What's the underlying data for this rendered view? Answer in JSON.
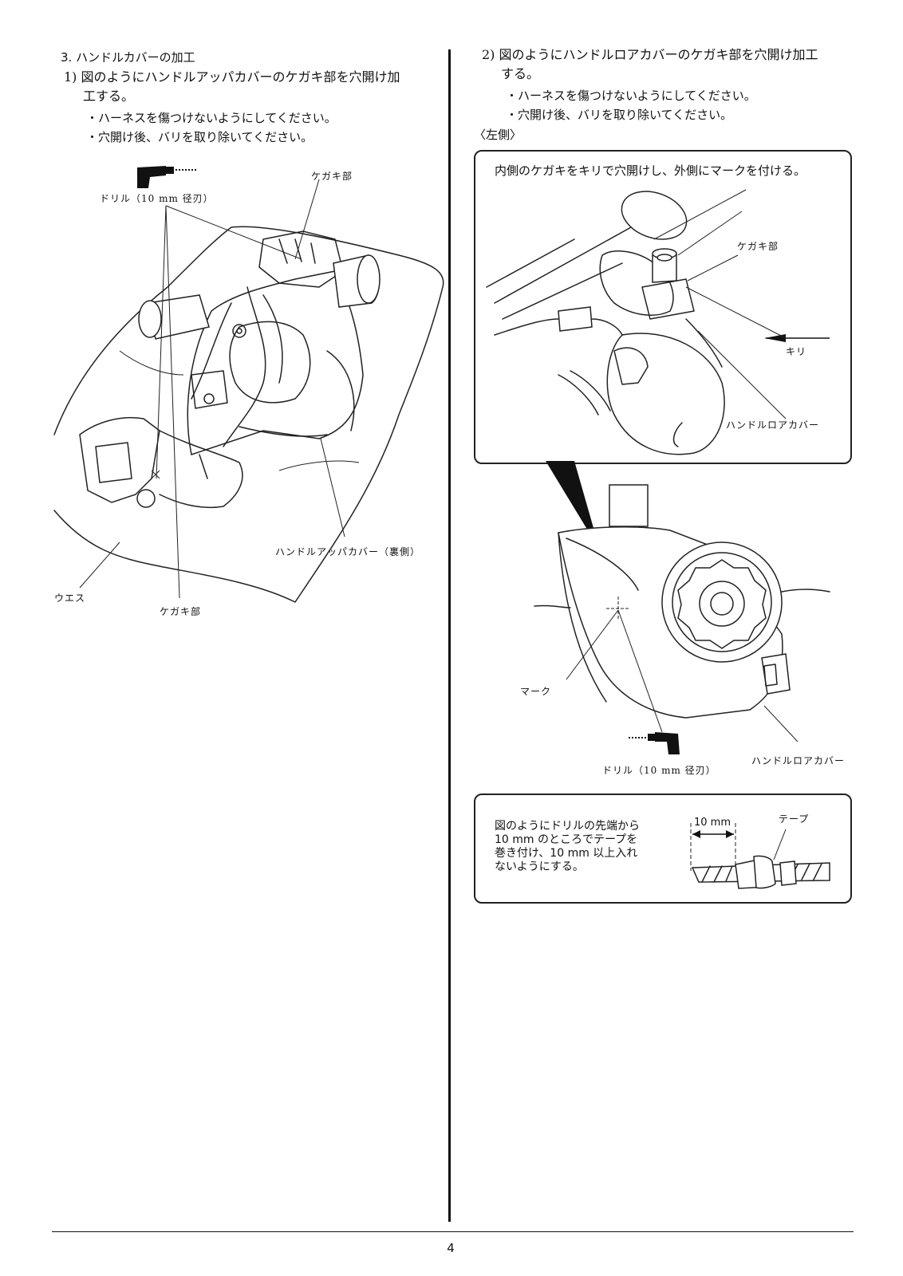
{
  "left": {
    "heading": "3.  ハンドルカバーの加工",
    "step1_line1": "1) 図のようにハンドルアッパカバーのケガキ部を穴開け加",
    "step1_line2": "工する。",
    "bullet1": "・ハーネスを傷つけないようにしてください。",
    "bullet2": "・穴開け後、バリを取り除いてください。",
    "fig": {
      "label_drill": "ドリル（10 mm 径刃）",
      "label_kegaki_top": "ケガキ部",
      "label_upper_cover": "ハンドルアッパカバー（裏側）",
      "label_waste": "ウエス",
      "label_kegaki_bottom": "ケガキ部"
    }
  },
  "right": {
    "step2_line1": "2) 図のようにハンドルロアカバーのケガキ部を穴開け加工",
    "step2_line2": "する。",
    "bullet1": "・ハーネスを傷つけないようにしてください。",
    "bullet2": "・穴開け後、バリを取り除いてください。",
    "side": "〈左側〉",
    "box1": {
      "title": "内側のケガキをキリで穴開けし、外側にマークを付ける。",
      "label_kegaki": "ケガキ部",
      "label_kiri": "キリ",
      "label_lower_cover": "ハンドルロアカバー"
    },
    "fig2": {
      "label_mark": "マーク",
      "label_drill": "ドリル（10 mm 径刃）",
      "label_lower_cover": "ハンドルロアカバー"
    },
    "box2": {
      "line1": "図のようにドリルの先端から",
      "line2": "10 mm のところでテープを",
      "line3": "巻き付け、10 mm 以上入れ",
      "line4": "ないようにする。",
      "dim_label": "10 mm",
      "tape_label": "テープ"
    }
  },
  "page_number": "4"
}
